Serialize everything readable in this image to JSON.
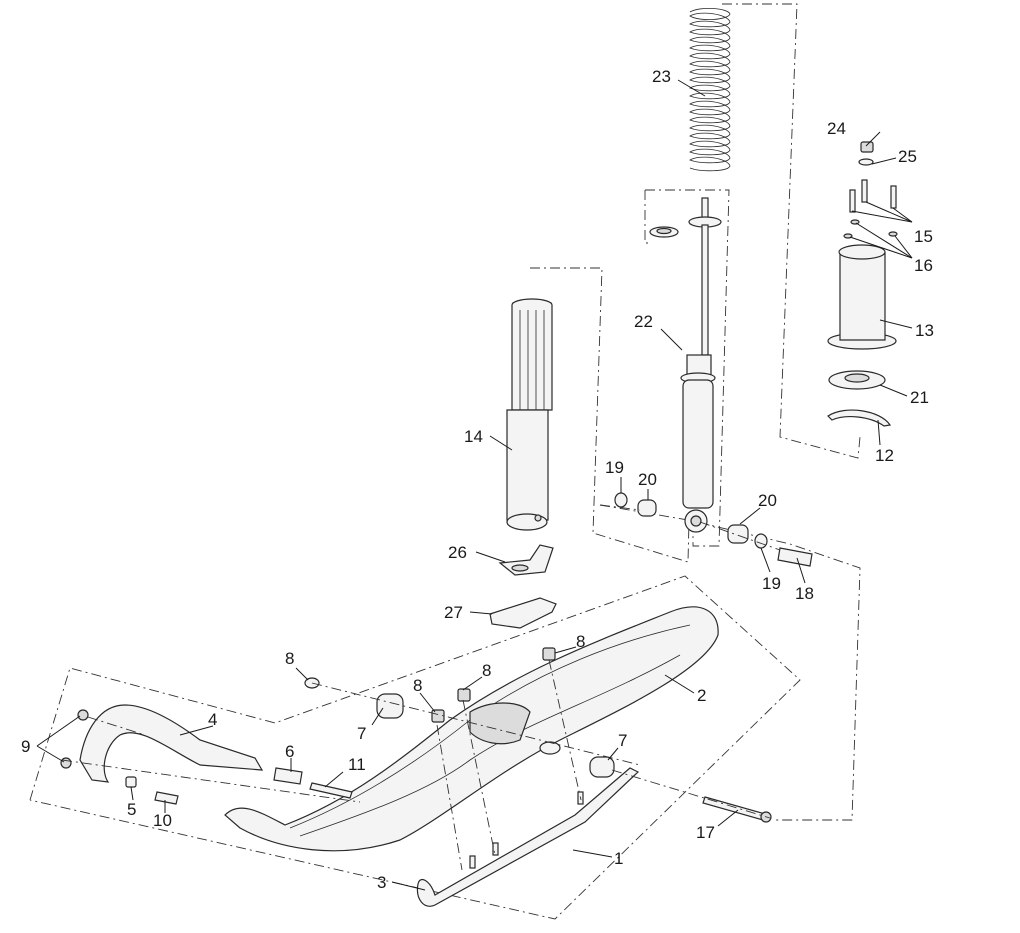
{
  "callouts": [
    {
      "id": "1",
      "label": "1"
    },
    {
      "id": "2",
      "label": "2"
    },
    {
      "id": "3",
      "label": "3"
    },
    {
      "id": "4",
      "label": "4"
    },
    {
      "id": "5",
      "label": "5"
    },
    {
      "id": "6",
      "label": "6"
    },
    {
      "id": "7a",
      "label": "7"
    },
    {
      "id": "7b",
      "label": "7"
    },
    {
      "id": "8a",
      "label": "8"
    },
    {
      "id": "8b",
      "label": "8"
    },
    {
      "id": "8c",
      "label": "8"
    },
    {
      "id": "8d",
      "label": "8"
    },
    {
      "id": "9",
      "label": "9"
    },
    {
      "id": "10",
      "label": "10"
    },
    {
      "id": "11",
      "label": "11"
    },
    {
      "id": "12",
      "label": "12"
    },
    {
      "id": "13",
      "label": "13"
    },
    {
      "id": "14",
      "label": "14"
    },
    {
      "id": "15",
      "label": "15"
    },
    {
      "id": "16",
      "label": "16"
    },
    {
      "id": "17",
      "label": "17"
    },
    {
      "id": "18",
      "label": "18"
    },
    {
      "id": "19a",
      "label": "19"
    },
    {
      "id": "19b",
      "label": "19"
    },
    {
      "id": "20a",
      "label": "20"
    },
    {
      "id": "20b",
      "label": "20"
    },
    {
      "id": "21",
      "label": "21"
    },
    {
      "id": "22",
      "label": "22"
    },
    {
      "id": "23",
      "label": "23"
    },
    {
      "id": "24",
      "label": "24"
    },
    {
      "id": "25",
      "label": "25"
    },
    {
      "id": "26",
      "label": "26"
    },
    {
      "id": "27",
      "label": "27"
    }
  ]
}
